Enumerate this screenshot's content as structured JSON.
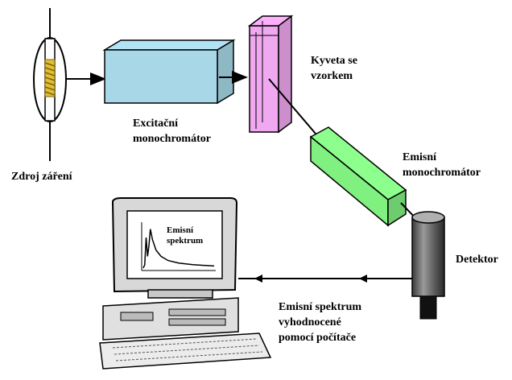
{
  "labels": {
    "source": "Zdroj záření",
    "excitation": [
      "Excitační",
      "monochromátor"
    ],
    "cuvette": [
      "Kyveta se",
      "vzorkem"
    ],
    "emission_mono": [
      "Emisní",
      "monochromátor"
    ],
    "detector": "Detektor",
    "screen": [
      "Emisní",
      "spektrum"
    ],
    "computer": [
      "Emisní spektrum",
      "vyhodnocené",
      "pomocí počítače"
    ]
  },
  "colors": {
    "excitation_box": "#a8d8e8",
    "cuvette": "#f0a8f0",
    "emission_box": "#80f080",
    "detector": "#707070",
    "screen": "#ffffff",
    "line": "#000000"
  },
  "spectrum_curve": [
    [
      0.0,
      0.02
    ],
    [
      0.02,
      0.1
    ],
    [
      0.04,
      0.75
    ],
    [
      0.06,
      0.3
    ],
    [
      0.08,
      0.55
    ],
    [
      0.1,
      0.95
    ],
    [
      0.13,
      0.7
    ],
    [
      0.18,
      0.45
    ],
    [
      0.25,
      0.3
    ],
    [
      0.35,
      0.2
    ],
    [
      0.5,
      0.14
    ],
    [
      0.7,
      0.1
    ],
    [
      1.0,
      0.07
    ]
  ]
}
